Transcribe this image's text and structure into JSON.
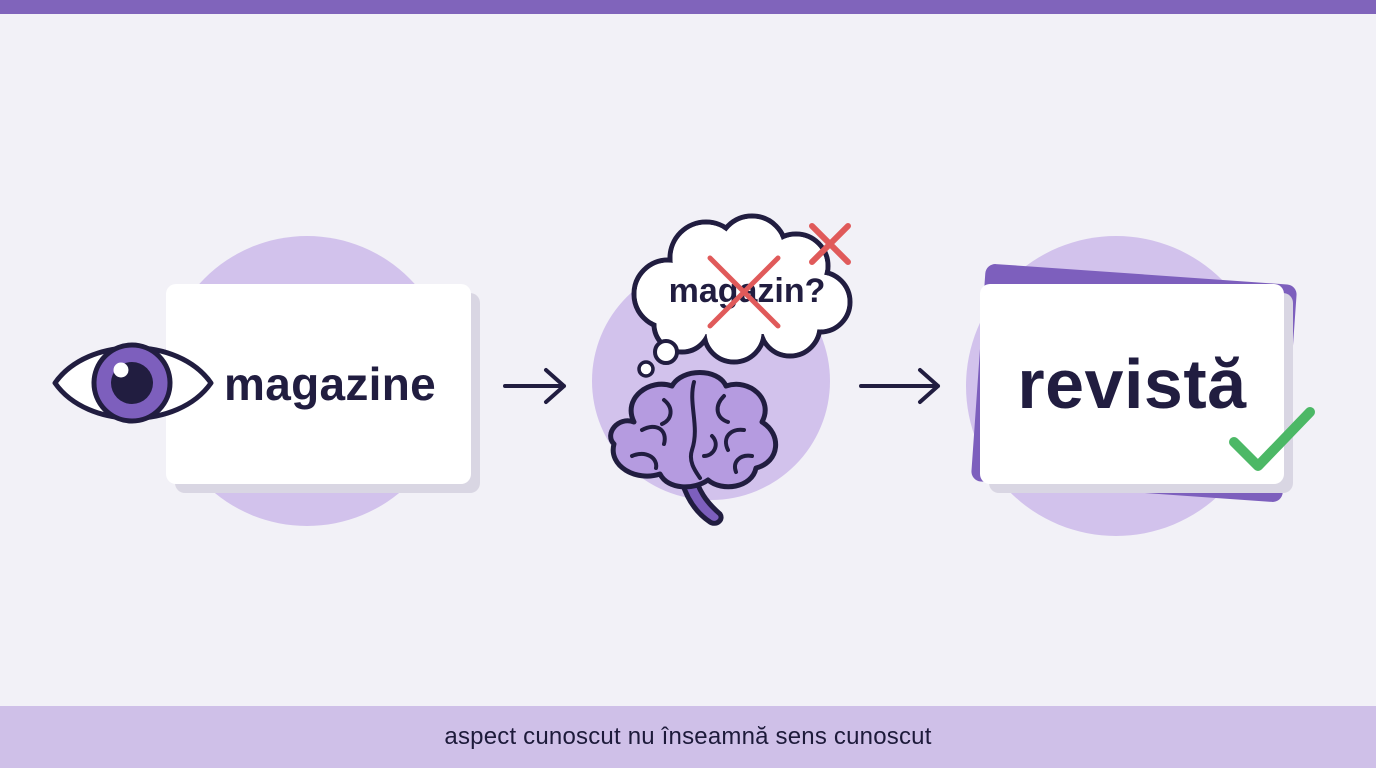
{
  "left": {
    "word": "magazine"
  },
  "middle": {
    "thought": "magazin?"
  },
  "right": {
    "word": "revistă"
  },
  "caption": "aspect cunoscut nu înseamnă sens cunoscut",
  "icons": [
    "eye-icon",
    "arrow-right-icon",
    "thought-cloud-icon",
    "cross-icon",
    "brain-icon",
    "check-icon"
  ],
  "colors": {
    "accent": "#8064bb",
    "accent_light": "#d2c2ec",
    "ink": "#211d40",
    "error": "#e05a5a",
    "success": "#4cb866",
    "caption_band": "#cfc0e8"
  }
}
